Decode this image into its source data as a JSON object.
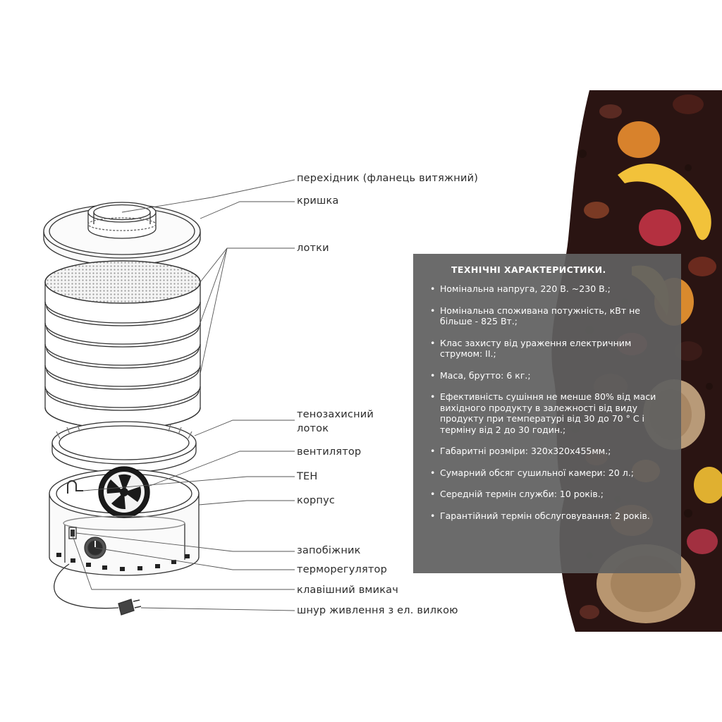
{
  "diagram": {
    "labels": {
      "adapter": "перехідник (фланець витяжний)",
      "lid": "кришка",
      "trays": "лотки",
      "heat_tray_line1": "тенозахисний",
      "heat_tray_line2": "лоток",
      "fan": "вентилятор",
      "heater": "ТЕН",
      "body": "корпус",
      "fuse": "запобіжник",
      "thermostat": "терморегулятор",
      "switch": "клавішний вмикач",
      "cord": "шнур живлення з ел. вилкою"
    },
    "line_color": "#555555"
  },
  "specs": {
    "title": "ТЕХНІЧНІ ХАРАКТЕРИСТИКИ.",
    "items": [
      "Номінальна напруга, 220 В. ~230 В.;",
      "Номінальна споживана потужність, кВт не більше - 825 Вт.;",
      "Клас захисту від ураження електричним струмом: ІІ.;",
      "Маса, брутто: 6 кг.;",
      "Ефективність сушіння не менше 80% від маси вихідного продукту в залежності від виду продукту при температурі від 30 до 70 ° С і терміну від 2 до 30 годин.;",
      "Габаритні розміри: 320х320х455мм.;",
      "Сумарний обсяг сушильної камери: 20 л.;",
      "Середній термін служби: 10 років.;",
      "Гарантійний термін обслуговування: 2 років."
    ],
    "panel_color": "#606060"
  },
  "decor": {
    "photo": "dried-fruits-photo"
  }
}
